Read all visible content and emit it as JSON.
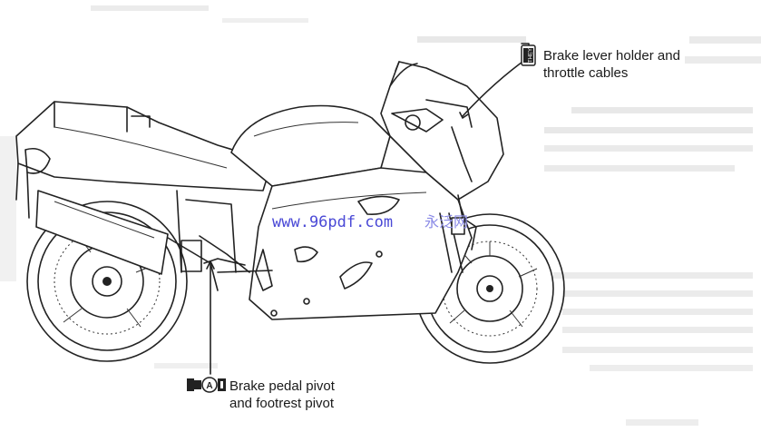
{
  "callouts": {
    "top": {
      "line1": "Brake lever holder and",
      "line2": "throttle cables",
      "badge": "THEY"
    },
    "bottom": {
      "line1": "Brake pedal pivot",
      "line2": "and footrest pivot",
      "badge": "A"
    }
  },
  "watermark": {
    "url": "www.96pdf.com",
    "cn": "永泛网"
  },
  "colors": {
    "ink": "#222222",
    "watermark": "#4a49d6",
    "ghost_text": "#d8d8d8"
  }
}
